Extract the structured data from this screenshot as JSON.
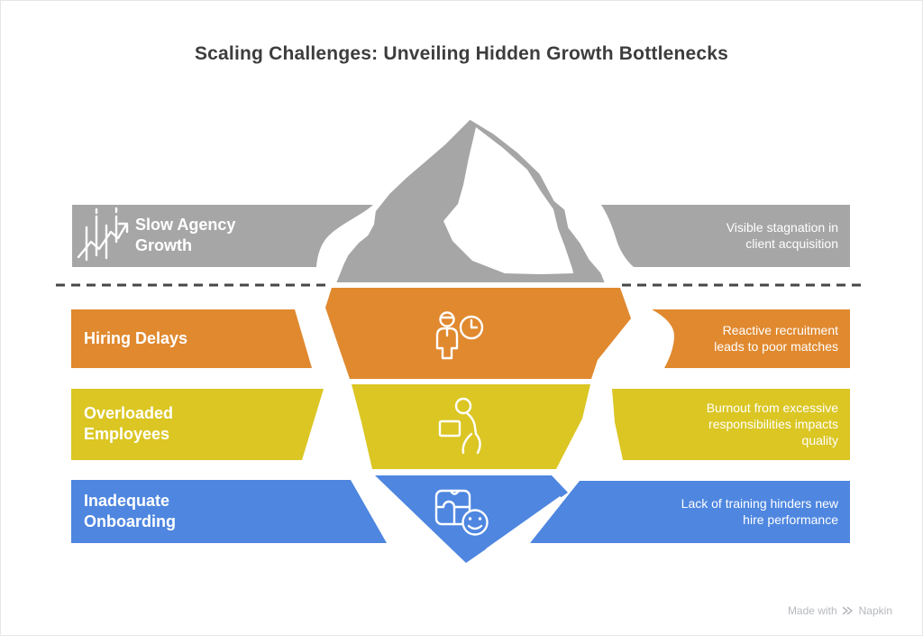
{
  "title": "Scaling Challenges: Unveiling Hidden Growth Bottlenecks",
  "watermark": {
    "prefix": "Made with",
    "brand": "Napkin"
  },
  "layers": [
    {
      "id": "slow-agency-growth",
      "position": "above-waterline",
      "color": "#a6a6a6",
      "label": "Slow Agency Growth",
      "description": "Visible stagnation in client acquisition",
      "icon": "stock-growth-arrow-icon"
    },
    {
      "id": "hiring-delays",
      "position": "below-waterline",
      "color": "#e0892f",
      "label": "Hiring Delays",
      "description": "Reactive recruitment leads to poor matches",
      "icon": "person-clock-icon"
    },
    {
      "id": "overloaded-employees",
      "position": "below-waterline",
      "color": "#dbc623",
      "label": "Overloaded Employees",
      "description": "Burnout from excessive responsibilities impacts quality",
      "icon": "person-carrying-box-icon"
    },
    {
      "id": "inadequate-onboarding",
      "position": "below-waterline",
      "color": "#4e86e0",
      "label": "Inadequate Onboarding",
      "description": "Lack of training hinders new hire performance",
      "icon": "puzzle-smiley-icon"
    }
  ]
}
